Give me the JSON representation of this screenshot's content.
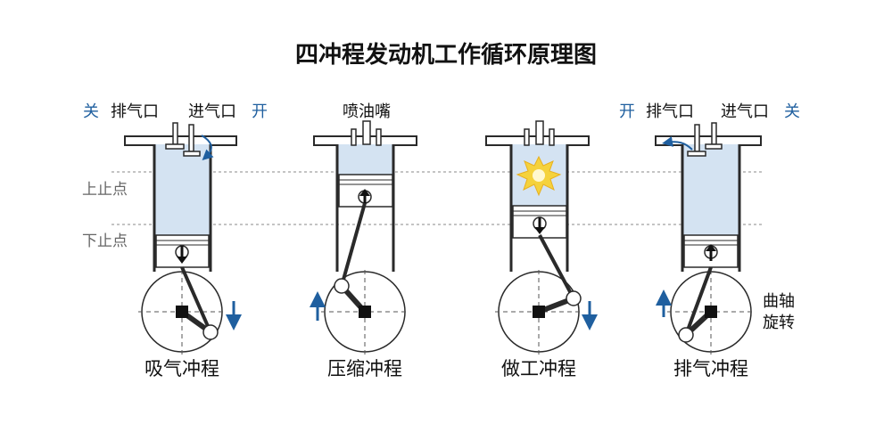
{
  "title": "四冲程发动机工作循环原理图",
  "reference_lines": {
    "tdc": "上止点",
    "bdc": "下止点"
  },
  "colors": {
    "gas": "#d4e3f2",
    "wall": "#2a2a2a",
    "piston": "#ffffff",
    "accent_blue": "#1f5f9f",
    "spark": "#f5d23c",
    "label_gray": "#666666"
  },
  "strokes": [
    {
      "name": "吸气冲程",
      "top_labels": {
        "left_state": "关",
        "left": "排气口",
        "right": "进气口",
        "right_state": "开"
      },
      "piston_position": "bottom",
      "arrow_direction": "down",
      "rotation_arrow": "down"
    },
    {
      "name": "压缩冲程",
      "top_labels": {
        "center": "喷油嘴"
      },
      "piston_position": "top",
      "arrow_direction": "up",
      "rotation_arrow": "up"
    },
    {
      "name": "做工冲程",
      "top_labels": {},
      "piston_position": "middle",
      "arrow_direction": "down",
      "rotation_arrow": "down"
    },
    {
      "name": "排气冲程",
      "top_labels": {
        "left_state": "开",
        "left": "排气口",
        "right": "进气口",
        "right_state": "关"
      },
      "piston_position": "bottom",
      "arrow_direction": "up",
      "rotation_arrow": "up",
      "side_label": [
        "曲轴",
        "旋转"
      ]
    }
  ]
}
